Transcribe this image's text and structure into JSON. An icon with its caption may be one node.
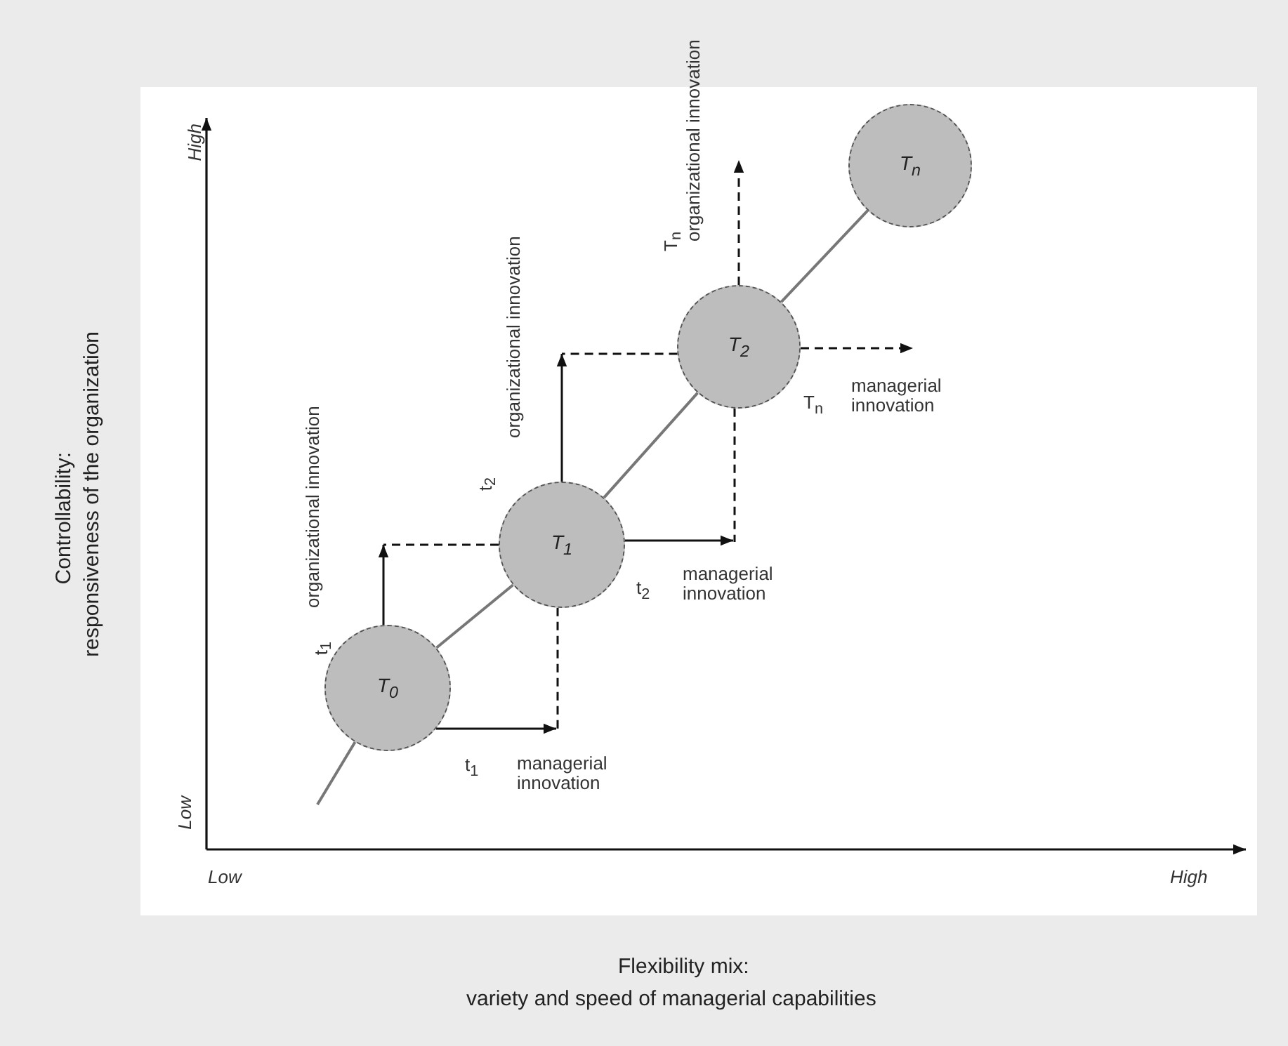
{
  "diagram": {
    "nodes": [
      {
        "text": [
          "T$_{0}$"
        ]
      },
      {
        "text": [
          "T$_{1}$"
        ]
      },
      {
        "text": [
          "T$_{2}$"
        ]
      },
      {
        "text": [
          "T$_{n}$"
        ]
      }
    ],
    "edges": [
      {
        "from": 0,
        "to": 1,
        "arrow": "none",
        "color": "#777777"
      },
      {
        "from": 1,
        "to": 2,
        "arrow": "none",
        "color": "#777777"
      },
      {
        "from": 2,
        "to": 3,
        "arrow": "none",
        "color": "#777777"
      },
      {
        "from": 0,
        "to": null,
        "arrow": "none",
        "color": "#777777"
      },
      {
        "from": 0,
        "to": null,
        "arrow": "to"
      },
      {
        "from": 1,
        "to": null,
        "arrow": "none",
        "style": "dashed"
      },
      {
        "from": 0,
        "to": null,
        "arrow": "to"
      },
      {
        "from": 1,
        "to": null,
        "arrow": "none",
        "style": "dashed"
      },
      {
        "from": 1,
        "to": null,
        "arrow": "to"
      },
      {
        "from": 2,
        "to": null,
        "arrow": "none",
        "style": "dashed"
      },
      {
        "from": 1,
        "to": null,
        "arrow": "to"
      },
      {
        "from": 2,
        "to": null,
        "arrow": "none",
        "style": "dashed"
      },
      {
        "from": 2,
        "to": null,
        "arrow": "to",
        "style": "dashed"
      },
      {
        "from": 2,
        "to": null,
        "arrow": "to",
        "style": "dashed"
      }
    ],
    "labels": [
      "High",
      "organizational innovation",
      "T$_{n}$",
      "organizational innovation",
      "managerial innovation",
      "T$_{n}$",
      "t$_{2}$",
      "organizational innovation",
      "t$_{2}$",
      "managerial innovation",
      "t$_{1}$",
      "t$_{1}$",
      "managerial innovation",
      "Low",
      "Low",
      "High",
      "Controllability:",
      "responsiveness of the organization",
      "Flexibility mix:",
      "variety and speed of managerial capabilities"
    ]
  }
}
